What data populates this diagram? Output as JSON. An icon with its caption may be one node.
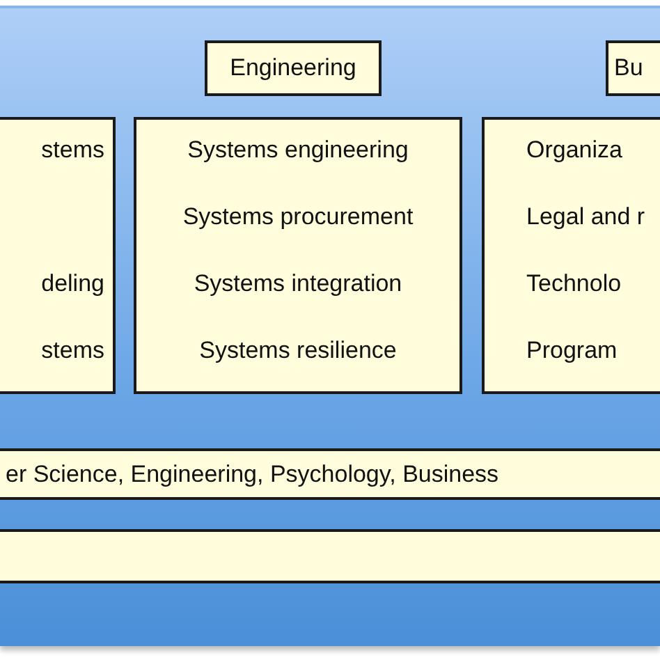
{
  "diagram": {
    "nodes": [
      {
        "text": [],
        "shape": "box"
      },
      {
        "text": [
          "Engineering"
        ],
        "in": 0
      },
      {
        "text": [
          "Bu"
        ],
        "in": 0
      },
      {
        "text": [
          "stems",
          "deling",
          "stems"
        ],
        "in": 0
      },
      {
        "text": [
          "Systems engineering",
          "Systems procurement",
          "Systems integration",
          "Systems resilience"
        ],
        "in": 0
      },
      {
        "text": [
          "Organiza",
          "Legal and r",
          "Technolo",
          "Program"
        ],
        "in": 0
      },
      {
        "text": [
          "er Science, Engineering, Psychology, Business"
        ],
        "in": 0
      },
      {
        "text": [],
        "shape": "bar",
        "in": 0
      }
    ]
  }
}
